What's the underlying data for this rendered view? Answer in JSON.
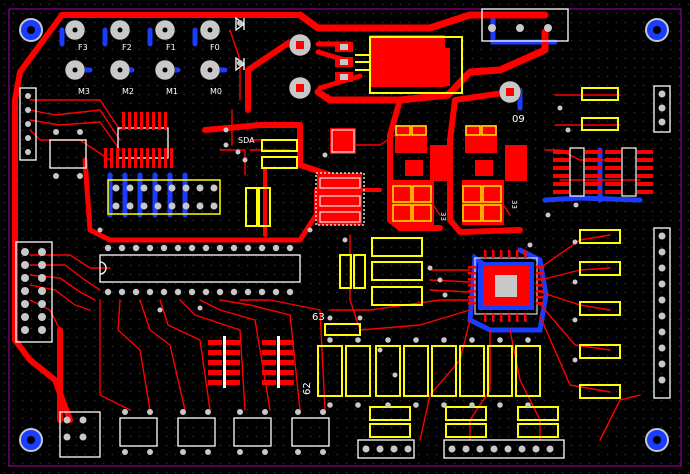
{
  "colors": {
    "background": "#000000",
    "board_dots": "#2a2a36",
    "outline": "#b000b0",
    "trace_top": "#ff0000",
    "trace_bottom": "#1a3cff",
    "silkscreen": "#ffff00",
    "pad": "#c8c8c8",
    "drill": "#000000",
    "mount_hole": "#1a3cff",
    "label": "#ffffff"
  },
  "labels": {
    "f3": "F3",
    "f2": "F2",
    "f1": "F1",
    "f0": "F0",
    "m3": "M3",
    "m2": "M2",
    "m1": "M1",
    "m0": "M0",
    "sda": "SDA",
    "c09": "09",
    "c63": "63",
    "c62": "62",
    "c33a": "33",
    "c33b": "33"
  },
  "icons": {
    "mount_holes": "mounting-hole-icon",
    "diode": "diode-icon"
  }
}
